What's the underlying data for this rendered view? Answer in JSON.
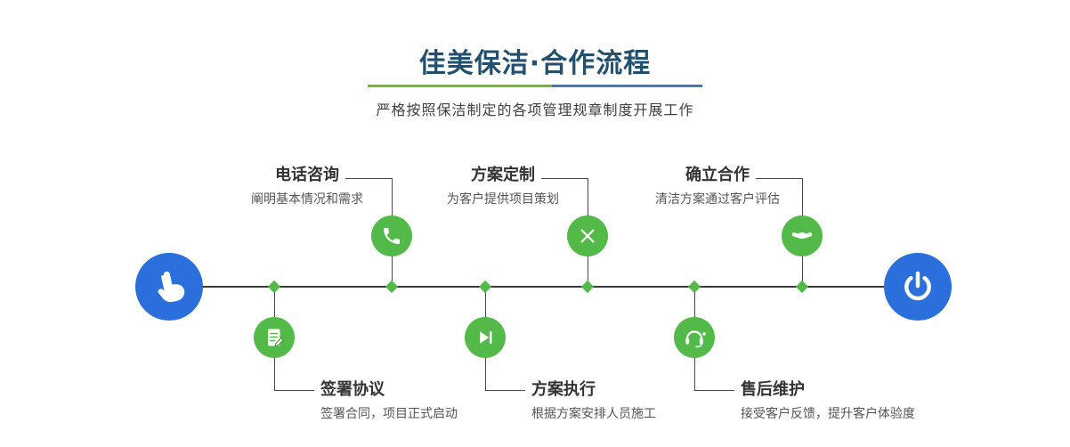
{
  "header": {
    "title": "佳美保洁·合作流程",
    "subtitle": "严格按照保洁制定的各项管理规章制度开展工作"
  },
  "colors": {
    "accent_green": "#53ba4a",
    "accent_blue": "#2a6fdb",
    "title_color": "#24506f",
    "divider_green": "#7cb82f",
    "divider_blue": "#3a7abf",
    "connector_line": "#4a4a4a"
  },
  "timeline": {
    "start_node": {
      "icon": "hand-pointer-icon"
    },
    "end_node": {
      "icon": "power-icon"
    },
    "steps_top": [
      {
        "title": "电话咨询",
        "desc": "阐明基本情况和需求",
        "icon": "phone-icon"
      },
      {
        "title": "方案定制",
        "desc": "为客户提供项目策划",
        "icon": "design-tools-icon"
      },
      {
        "title": "确立合作",
        "desc": "清洁方案通过客户评估",
        "icon": "handshake-icon"
      }
    ],
    "steps_bottom": [
      {
        "title": "签署协议",
        "desc": "签署合同，项目正式启动",
        "icon": "contract-icon"
      },
      {
        "title": "方案执行",
        "desc": "根据方案安排人员施工",
        "icon": "play-icon"
      },
      {
        "title": "售后维护",
        "desc": "接受客户反馈，提升客户体验度",
        "icon": "headset-icon"
      }
    ]
  }
}
